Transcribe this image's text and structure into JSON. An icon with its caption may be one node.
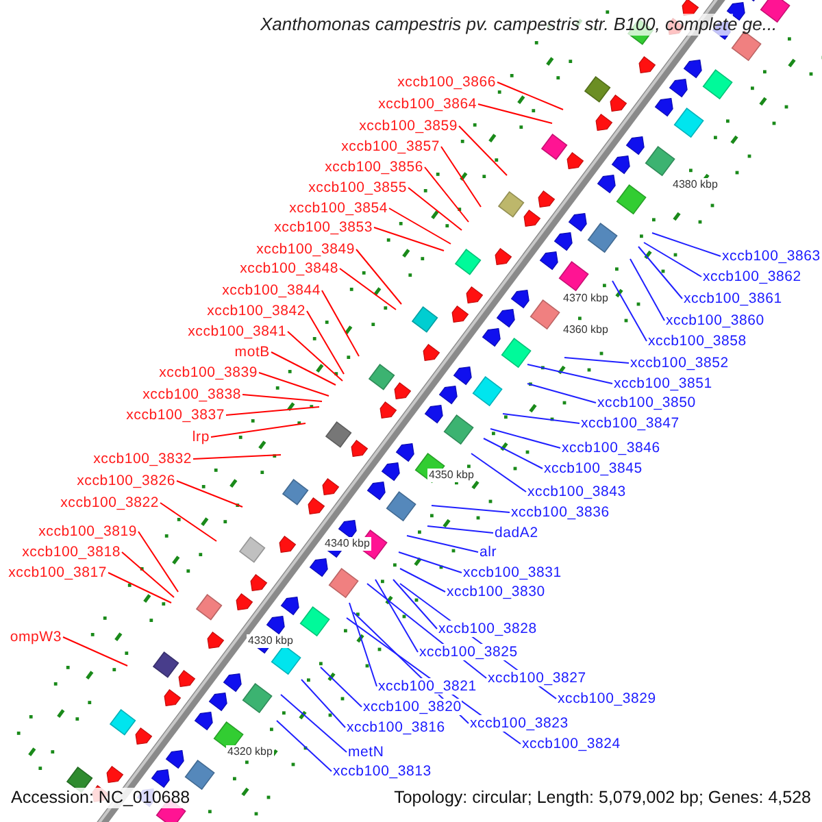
{
  "diagram": {
    "title": "Xanthomonas campestris pv. campestris str. B100, complete ge...",
    "nodes": [
      {
        "text": [
          "xccb100_3866"
        ]
      },
      {
        "text": [
          "xccb100_3864"
        ]
      },
      {
        "text": [
          "xccb100_3859"
        ]
      },
      {
        "text": [
          "xccb100_3857"
        ]
      },
      {
        "text": [
          "xccb100_3856"
        ]
      },
      {
        "text": [
          "xccb100_3855"
        ]
      },
      {
        "text": [
          "xccb100_3854"
        ]
      },
      {
        "text": [
          "xccb100_3853"
        ]
      },
      {
        "text": [
          "xccb100_3849"
        ]
      },
      {
        "text": [
          "xccb100_3848"
        ]
      },
      {
        "text": [
          "xccb100_3844"
        ]
      },
      {
        "text": [
          "xccb100_3842"
        ]
      },
      {
        "text": [
          "xccb100_3841"
        ]
      },
      {
        "text": [
          "motB"
        ]
      },
      {
        "text": [
          "xccb100_3839"
        ]
      },
      {
        "text": [
          "xccb100_3838"
        ]
      },
      {
        "text": [
          "xccb100_3837"
        ]
      },
      {
        "text": [
          "lrp"
        ]
      },
      {
        "text": [
          "xccb100_3832"
        ]
      },
      {
        "text": [
          "xccb100_3826"
        ]
      },
      {
        "text": [
          "xccb100_3822"
        ]
      },
      {
        "text": [
          "xccb100_3819"
        ]
      },
      {
        "text": [
          "xccb100_3818"
        ]
      },
      {
        "text": [
          "xccb100_3817"
        ]
      },
      {
        "text": [
          "ompW3"
        ]
      },
      {
        "text": [
          "xccb100_3863"
        ]
      },
      {
        "text": [
          "xccb100_3862"
        ]
      },
      {
        "text": [
          "xccb100_3861"
        ]
      },
      {
        "text": [
          "xccb100_3860"
        ]
      },
      {
        "text": [
          "xccb100_3858"
        ]
      },
      {
        "text": [
          "xccb100_3852"
        ]
      },
      {
        "text": [
          "xccb100_3851"
        ]
      },
      {
        "text": [
          "xccb100_3850"
        ]
      },
      {
        "text": [
          "xccb100_3847"
        ]
      },
      {
        "text": [
          "xccb100_3846"
        ]
      },
      {
        "text": [
          "xccb100_3845"
        ]
      },
      {
        "text": [
          "xccb100_3843"
        ]
      },
      {
        "text": [
          "xccb100_3836"
        ]
      },
      {
        "text": [
          "dadA2"
        ]
      },
      {
        "text": [
          "alr"
        ]
      },
      {
        "text": [
          "xccb100_3831"
        ]
      },
      {
        "text": [
          "xccb100_3830"
        ]
      },
      {
        "text": [
          "xccb100_3828"
        ]
      },
      {
        "text": [
          "xccb100_3825"
        ]
      },
      {
        "text": [
          "xccb100_3827"
        ]
      },
      {
        "text": [
          "xccb100_3829"
        ]
      },
      {
        "text": [
          "xccb100_3821"
        ]
      },
      {
        "text": [
          "xccb100_3820"
        ]
      },
      {
        "text": [
          "xccb100_3823"
        ]
      },
      {
        "text": [
          "xccb100_3816"
        ]
      },
      {
        "text": [
          "xccb100_3824"
        ]
      },
      {
        "text": [
          "metN"
        ]
      },
      {
        "text": [
          "xccb100_3813"
        ]
      }
    ],
    "edges": [
      {
        "from": 0,
        "to": null,
        "arrow": "none",
        "color": "#ff0000"
      },
      {
        "from": 1,
        "to": null,
        "arrow": "none",
        "color": "#ff0000"
      },
      {
        "from": 2,
        "to": null,
        "arrow": "none",
        "color": "#ff0000"
      },
      {
        "from": 3,
        "to": null,
        "arrow": "none",
        "color": "#ff0000"
      },
      {
        "from": 4,
        "to": null,
        "arrow": "none",
        "color": "#ff0000"
      },
      {
        "from": 5,
        "to": null,
        "arrow": "none",
        "color": "#ff0000"
      },
      {
        "from": 6,
        "to": null,
        "arrow": "none",
        "color": "#ff0000"
      },
      {
        "from": 7,
        "to": null,
        "arrow": "none",
        "color": "#ff0000"
      },
      {
        "from": 8,
        "to": null,
        "arrow": "none",
        "color": "#ff0000"
      },
      {
        "from": 9,
        "to": null,
        "arrow": "none",
        "color": "#ff0000"
      },
      {
        "from": 10,
        "to": null,
        "arrow": "none",
        "color": "#ff0000"
      },
      {
        "from": 11,
        "to": null,
        "arrow": "none",
        "color": "#ff0000"
      },
      {
        "from": 12,
        "to": null,
        "arrow": "none",
        "color": "#ff0000"
      },
      {
        "from": 13,
        "to": null,
        "arrow": "none",
        "color": "#ff0000"
      },
      {
        "from": 14,
        "to": null,
        "arrow": "none",
        "color": "#ff0000"
      },
      {
        "from": 15,
        "to": null,
        "arrow": "none",
        "color": "#ff0000"
      },
      {
        "from": 16,
        "to": null,
        "arrow": "none",
        "color": "#ff0000"
      },
      {
        "from": 17,
        "to": null,
        "arrow": "none",
        "color": "#ff0000"
      },
      {
        "from": 18,
        "to": null,
        "arrow": "none",
        "color": "#ff0000"
      },
      {
        "from": 19,
        "to": null,
        "arrow": "none",
        "color": "#ff0000"
      },
      {
        "from": 20,
        "to": null,
        "arrow": "none",
        "color": "#ff0000"
      },
      {
        "from": 21,
        "to": null,
        "arrow": "none",
        "color": "#ff0000"
      },
      {
        "from": 22,
        "to": null,
        "arrow": "none",
        "color": "#ff0000"
      },
      {
        "from": 23,
        "to": null,
        "arrow": "none",
        "color": "#ff0000"
      },
      {
        "from": 24,
        "to": null,
        "arrow": "none",
        "color": "#ff0000"
      },
      {
        "from": 25,
        "to": null,
        "arrow": "none"
      },
      {
        "from": 26,
        "to": null,
        "arrow": "none"
      },
      {
        "from": 27,
        "to": null,
        "arrow": "none"
      },
      {
        "from": 28,
        "to": null,
        "arrow": "none"
      },
      {
        "from": 29,
        "to": null,
        "arrow": "none"
      },
      {
        "from": 30,
        "to": null,
        "arrow": "none"
      },
      {
        "from": 31,
        "to": null,
        "arrow": "none"
      },
      {
        "from": 32,
        "to": null,
        "arrow": "none"
      },
      {
        "from": 33,
        "to": null,
        "arrow": "none"
      },
      {
        "from": 34,
        "to": null,
        "arrow": "none"
      },
      {
        "from": 35,
        "to": null,
        "arrow": "none"
      },
      {
        "from": 36,
        "to": null,
        "arrow": "none"
      },
      {
        "from": 37,
        "to": null,
        "arrow": "none"
      },
      {
        "from": 38,
        "to": null,
        "arrow": "none"
      },
      {
        "from": 39,
        "to": null,
        "arrow": "none"
      },
      {
        "from": 40,
        "to": null,
        "arrow": "none"
      },
      {
        "from": 41,
        "to": null,
        "arrow": "none"
      },
      {
        "from": 42,
        "to": null,
        "arrow": "none"
      },
      {
        "from": 43,
        "to": null,
        "arrow": "none"
      },
      {
        "from": 44,
        "to": null,
        "arrow": "none"
      },
      {
        "from": 45,
        "to": null,
        "arrow": "none"
      },
      {
        "from": 46,
        "to": null,
        "arrow": "none"
      },
      {
        "from": 47,
        "to": null,
        "arrow": "none"
      },
      {
        "from": 48,
        "to": null,
        "arrow": "none"
      },
      {
        "from": 49,
        "to": null,
        "arrow": "none"
      },
      {
        "from": 50,
        "to": null,
        "arrow": "none"
      },
      {
        "from": 51,
        "to": null,
        "arrow": "none"
      },
      {
        "from": 52,
        "to": null,
        "arrow": "none"
      }
    ],
    "labels": [
      "4380 kbp",
      "4370 kbp",
      "4360 kbp",
      "4350 kbp",
      "4340 kbp",
      "4330 kbp",
      "4320 kbp",
      "Accession: NC_010688",
      "Topology: circular; Length: 5,079,002 bp; Genes: 4,528"
    ]
  }
}
